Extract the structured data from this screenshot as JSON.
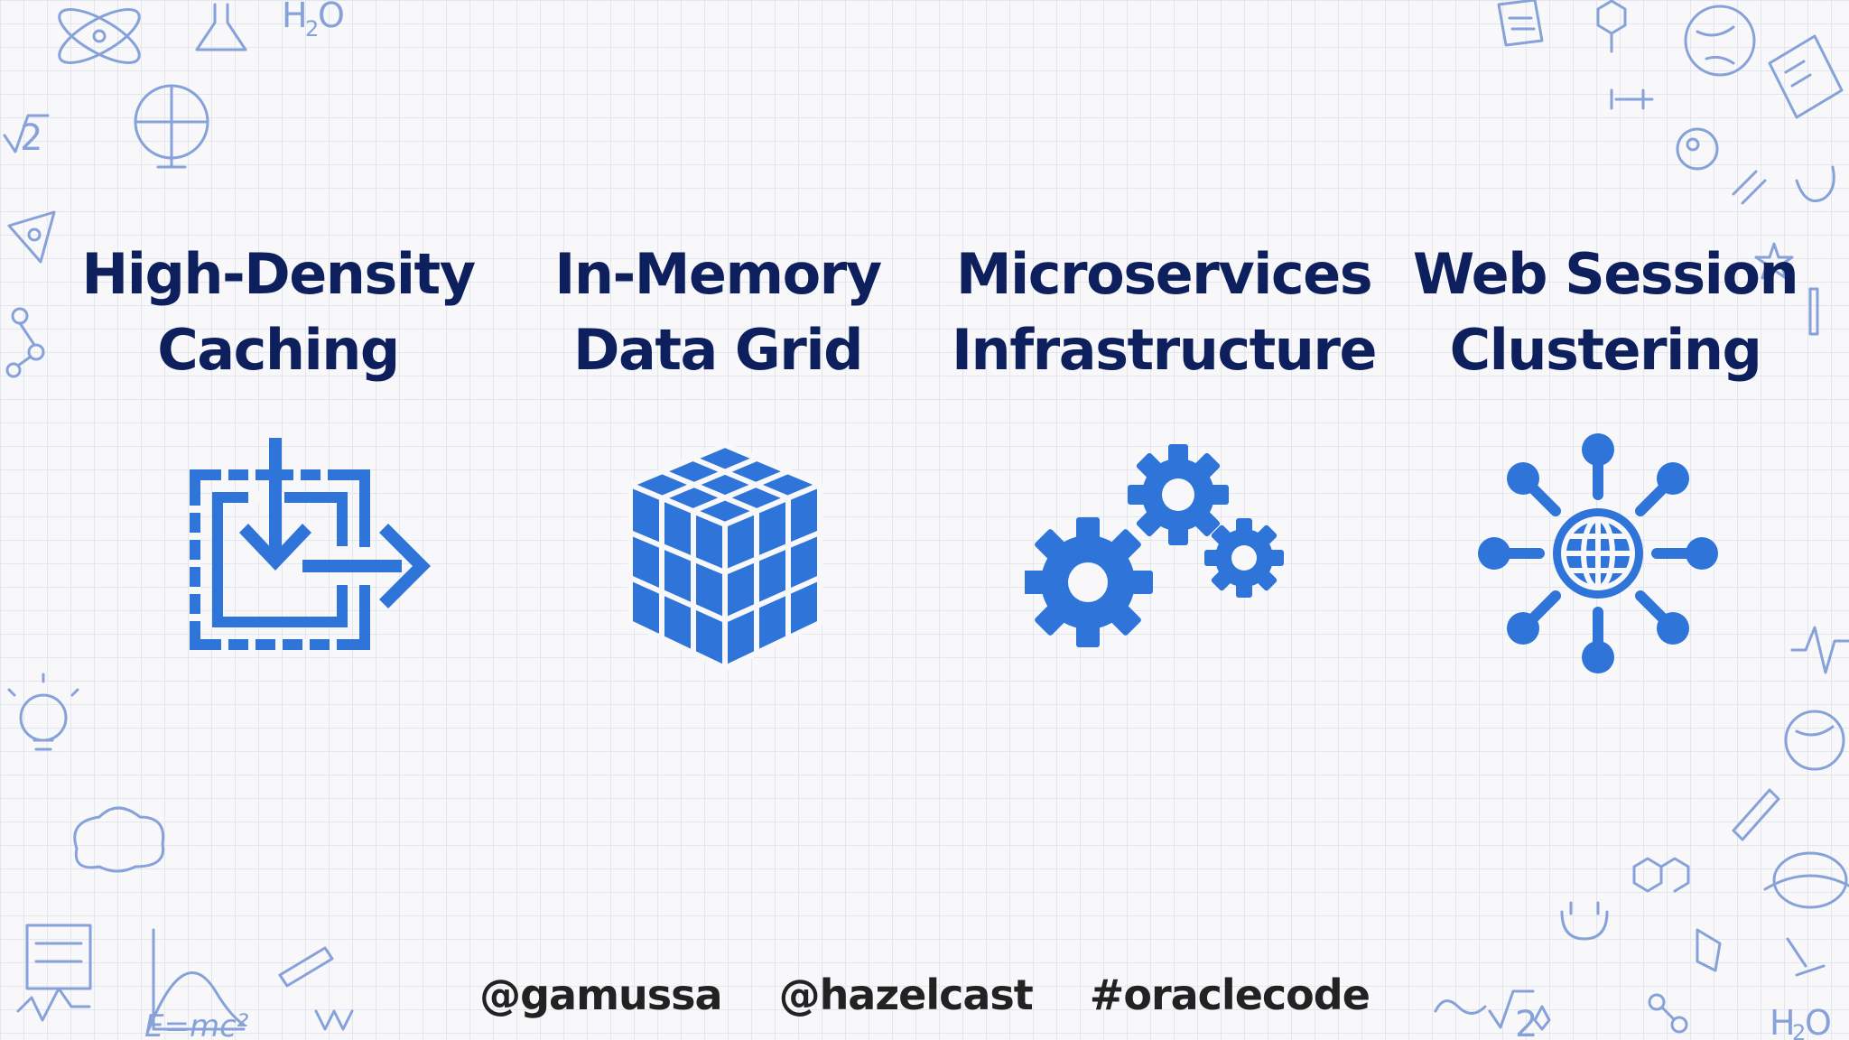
{
  "features": [
    {
      "line1": "High-Density",
      "line2": "Caching",
      "icon": "cache-transfer-icon"
    },
    {
      "line1": "In-Memory",
      "line2": "Data Grid",
      "icon": "cube-grid-icon"
    },
    {
      "line1": "Microservices",
      "line2": "Infrastructure",
      "icon": "gears-icon"
    },
    {
      "line1": "Web Session",
      "line2": "Clustering",
      "icon": "globe-network-icon"
    }
  ],
  "footer": {
    "handle1": "@gamussa",
    "handle2": "@hazelcast",
    "hashtag": "#oraclecode"
  },
  "colors": {
    "accent": "#2f74d8",
    "title": "#0d1f5c",
    "doodle": "#7a9ad6"
  }
}
